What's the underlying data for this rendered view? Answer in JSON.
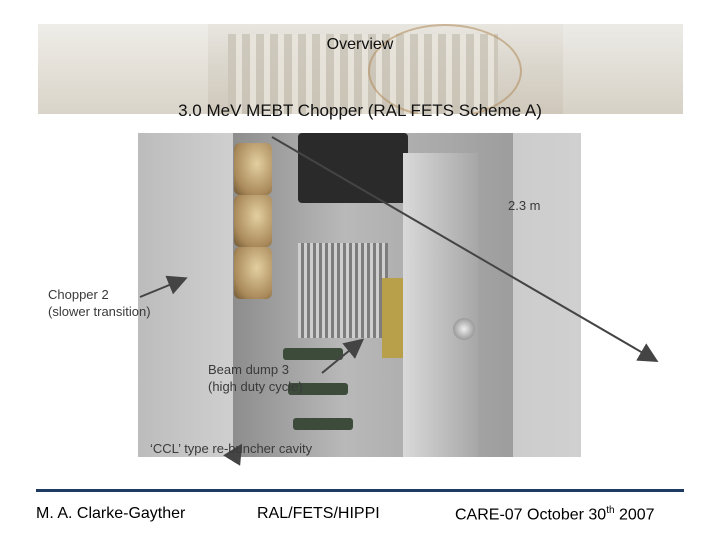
{
  "slide": {
    "overview": "Overview",
    "title": "3.0 MeV MEBT Chopper (RAL FETS Scheme A)"
  },
  "labels": {
    "distance": "2.3 m",
    "chopper2_line1": "Chopper 2",
    "chopper2_line2": "(slower transition)",
    "beam_dump_line1": "Beam dump 3",
    "beam_dump_line2": "(high duty cycle)",
    "ccl": "‘CCL’ type re-buncher cavity"
  },
  "footer": {
    "author": "M. A. Clarke-Gayther",
    "affiliation": "RAL/FETS/HIPPI",
    "event_prefix": "CARE-07 October 30",
    "event_sup": "th",
    "event_suffix": " 2007"
  },
  "colors": {
    "footer_rule": "#1f3a62",
    "arrow": "#444444"
  }
}
